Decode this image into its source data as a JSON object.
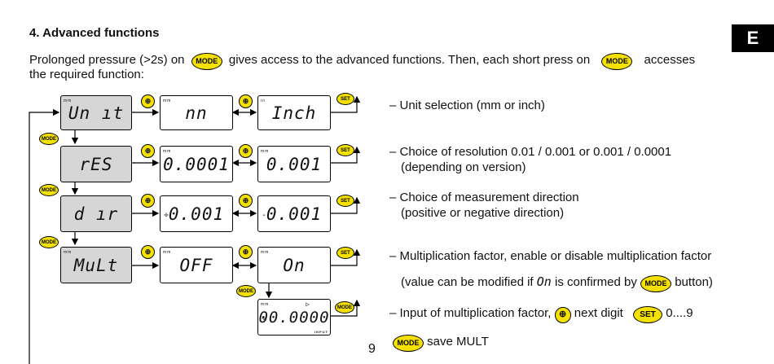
{
  "section": {
    "tab_letter": "E",
    "heading": "4. Advanced functions",
    "intro_part1": "Prolonged pressure (>2s) on",
    "intro_part2": "gives access to the advanced functions. Then, each short press on",
    "intro_part3": "accesses",
    "intro_line2": "the required function:"
  },
  "buttons": {
    "mode": "MODE",
    "set": "SET",
    "nav_symbol": "⊕"
  },
  "displays": {
    "unit": "Un ıt",
    "mm": "nn",
    "inch": "Inch",
    "res": "rES",
    "res_a": "0.0001",
    "res_b": "0.001",
    "dir": "d ır",
    "dir_pos": "0.001",
    "dir_neg": "0.001",
    "dir_pos_sign": "÷",
    "dir_neg_sign": "-",
    "mult": "MuLt",
    "off": "OFF",
    "on": "On",
    "input": "00.0000",
    "input_sign": "÷",
    "input_label": "INPUT",
    "unit_mm": "mm",
    "unit_in": "in",
    "triangle": "▷"
  },
  "descriptions": {
    "unit": "– Unit selection (mm or inch)",
    "res_1": "– Choice of resolution 0.01 / 0.001 or 0.001 / 0.0001",
    "res_2": "(depending on version)",
    "dir_1": "– Choice of measurement direction",
    "dir_2": "(positive or negative direction)",
    "mult_1": "– Multiplication factor, enable or disable multiplication factor",
    "mult_2a": "(value can be modified if",
    "mult_2_symbol": "On",
    "mult_2b": "is confirmed by",
    "mult_2c": "button)",
    "input_a": "– Input of multiplication factor,",
    "input_b": "next digit",
    "input_c": "0....9",
    "save": "save MULT"
  },
  "page_number": "9"
}
